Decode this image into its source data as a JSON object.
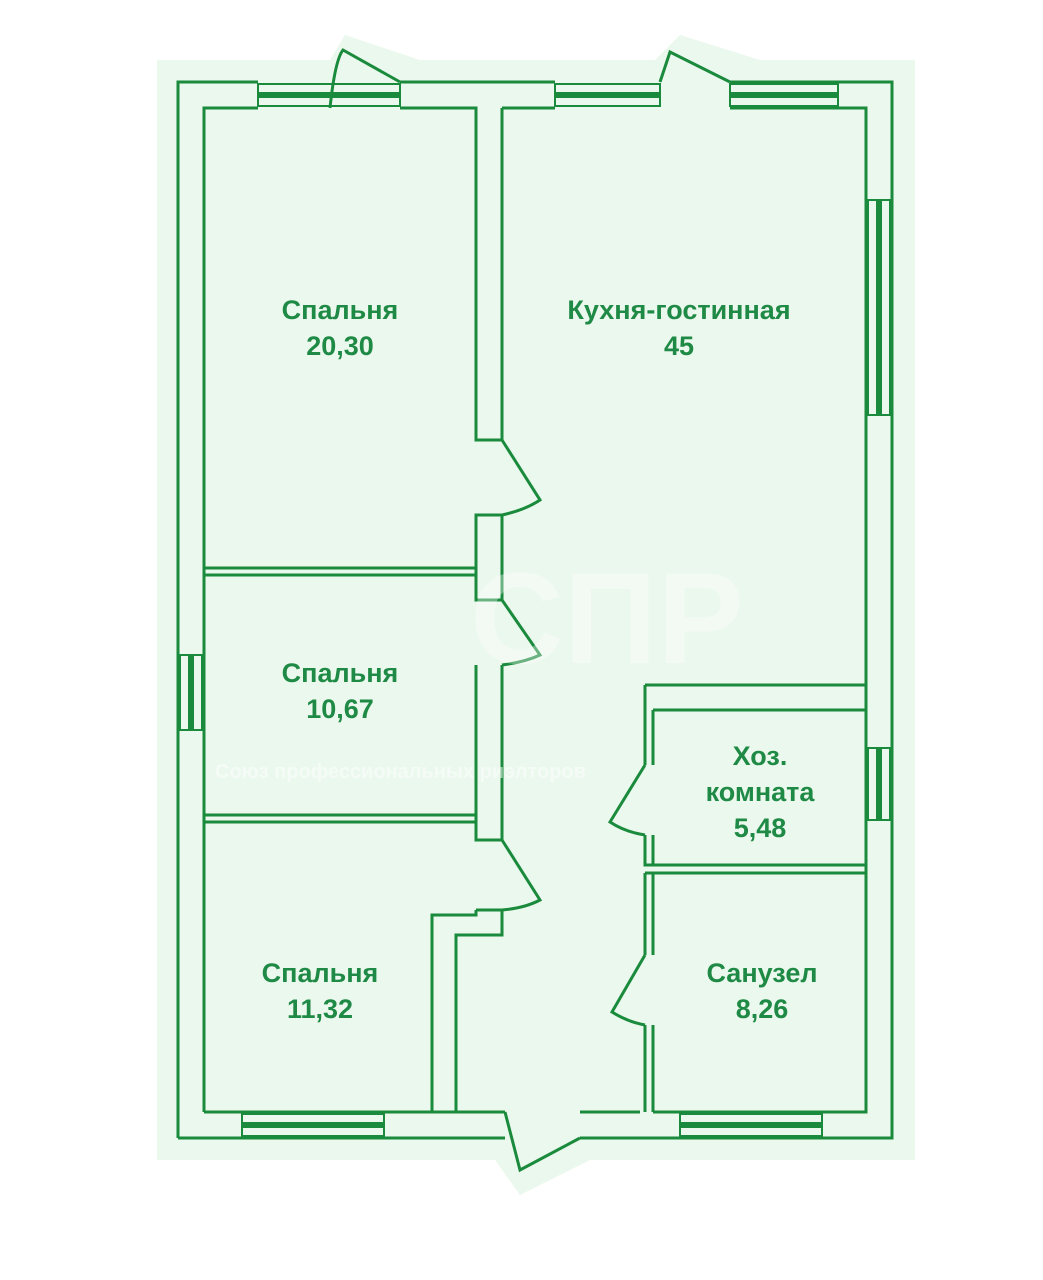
{
  "colors": {
    "wall": "#1a8a3c",
    "background": "#ebf8ed",
    "text": "#1f8a45"
  },
  "rooms": [
    {
      "name": "Спальня",
      "area": "20,30"
    },
    {
      "name": "Кухня-гостинная",
      "area": "45"
    },
    {
      "name": "Спальня",
      "area": "10,67"
    },
    {
      "name": "Хоз. комната",
      "area": "5,48"
    },
    {
      "name": "Спальня",
      "area": "11,32"
    },
    {
      "name": "Санузел",
      "area": "8,26"
    }
  ],
  "watermark": {
    "logo": "СПР",
    "tagline": "Союз профессиональных риэлторов"
  }
}
